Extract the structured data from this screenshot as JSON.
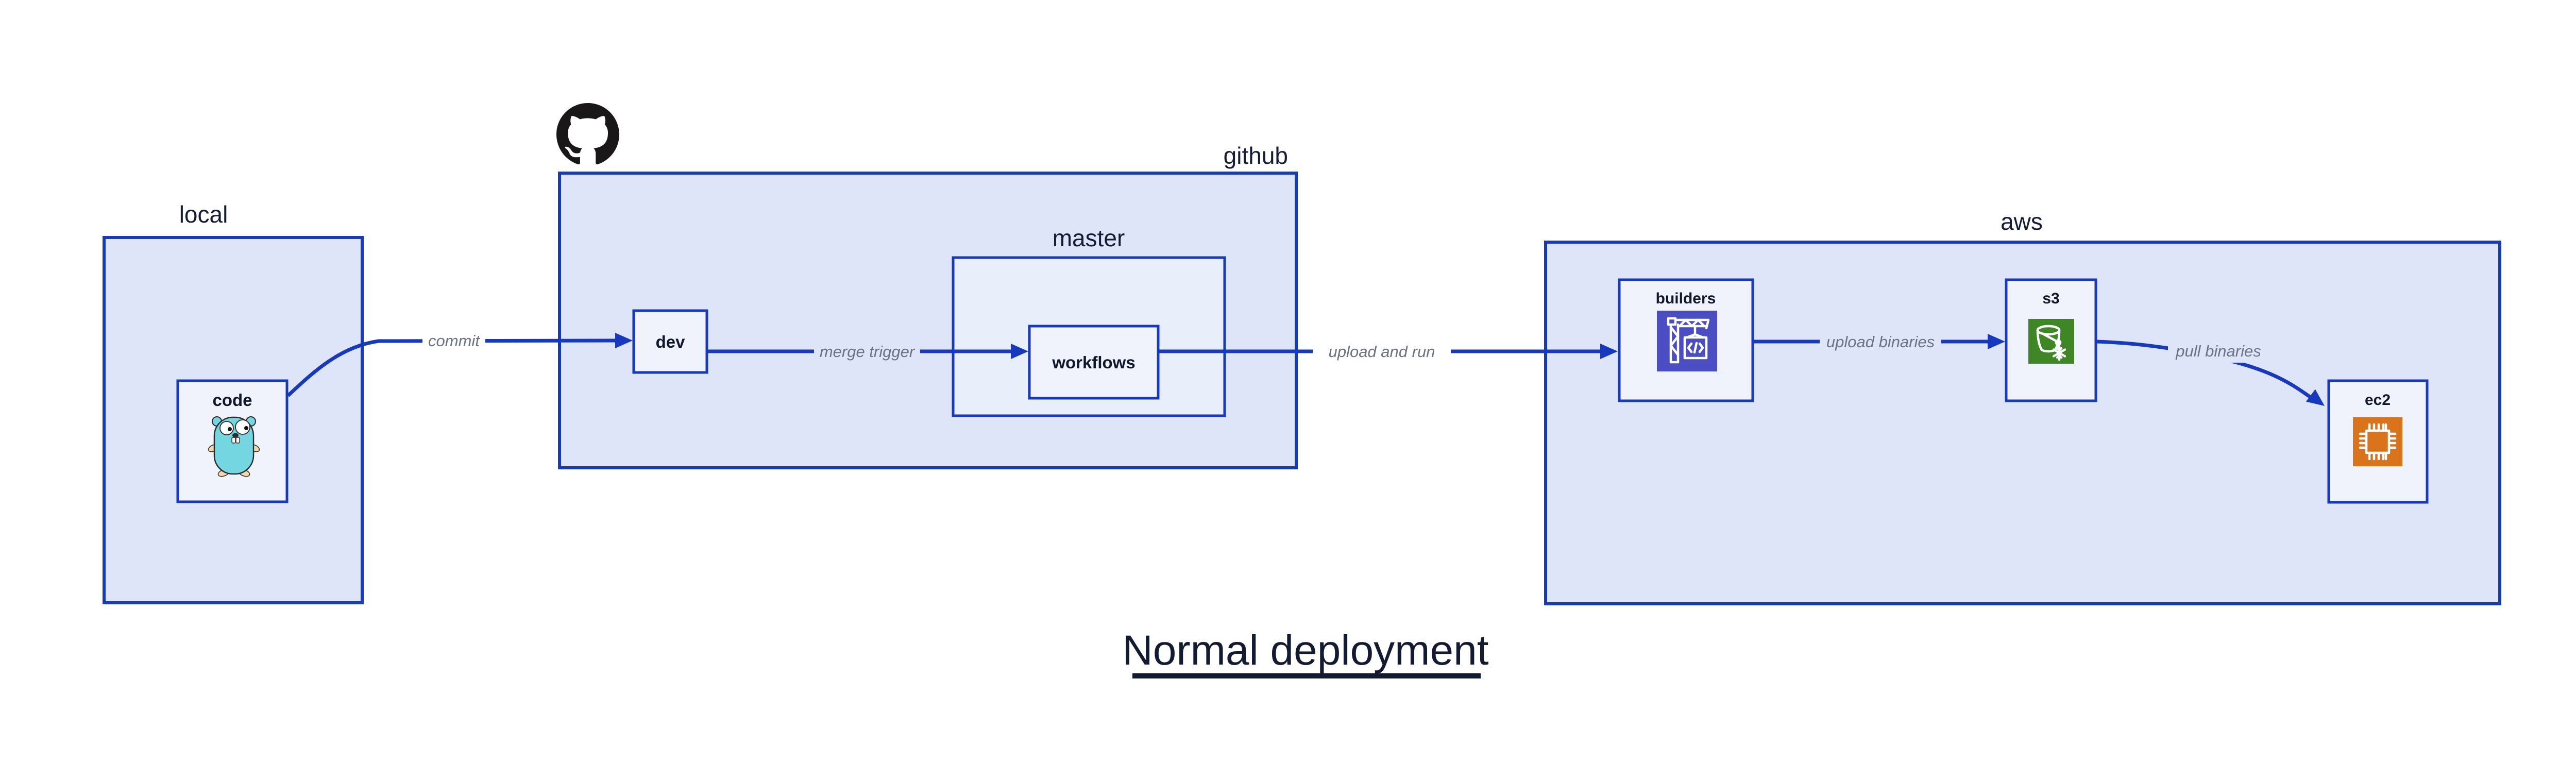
{
  "diagram": {
    "title": "Normal deployment",
    "containers": {
      "local": {
        "label": "local"
      },
      "github": {
        "label": "github"
      },
      "master": {
        "label": "master"
      },
      "aws": {
        "label": "aws"
      }
    },
    "nodes": {
      "code": {
        "label": "code",
        "icon": "go-gopher-icon"
      },
      "dev": {
        "label": "dev"
      },
      "workflows": {
        "label": "workflows"
      },
      "builders": {
        "label": "builders",
        "icon": "crane-codebuild-icon",
        "icon_color": "#4a4ec2"
      },
      "s3": {
        "label": "s3",
        "icon": "bucket-snowflake-icon",
        "icon_color": "#3f8624"
      },
      "ec2": {
        "label": "ec2",
        "icon": "cpu-chip-icon",
        "icon_color": "#d9731c"
      }
    },
    "edges": {
      "commit": {
        "label": "commit"
      },
      "merge_trigger": {
        "label": "merge trigger"
      },
      "upload_and_run": {
        "label": "upload and run"
      },
      "upload_binaries": {
        "label": "upload binaries"
      },
      "pull_binaries": {
        "label": "pull binaries"
      }
    },
    "logos": {
      "github_mark": "octocat-icon"
    },
    "colors": {
      "border_blue": "#1639bd",
      "outer_fill": "#dfe5f8",
      "inner_fill": "#f0f3fc",
      "navy_text": "#141c38",
      "gray_label": "#6b7280",
      "octocat_black": "#191717",
      "gopher_teal": "#74d6e0",
      "builders_indigo": "#4a4ec2",
      "s3_green": "#3f8624",
      "ec2_orange": "#d9731c",
      "background": "#ffffff"
    }
  }
}
